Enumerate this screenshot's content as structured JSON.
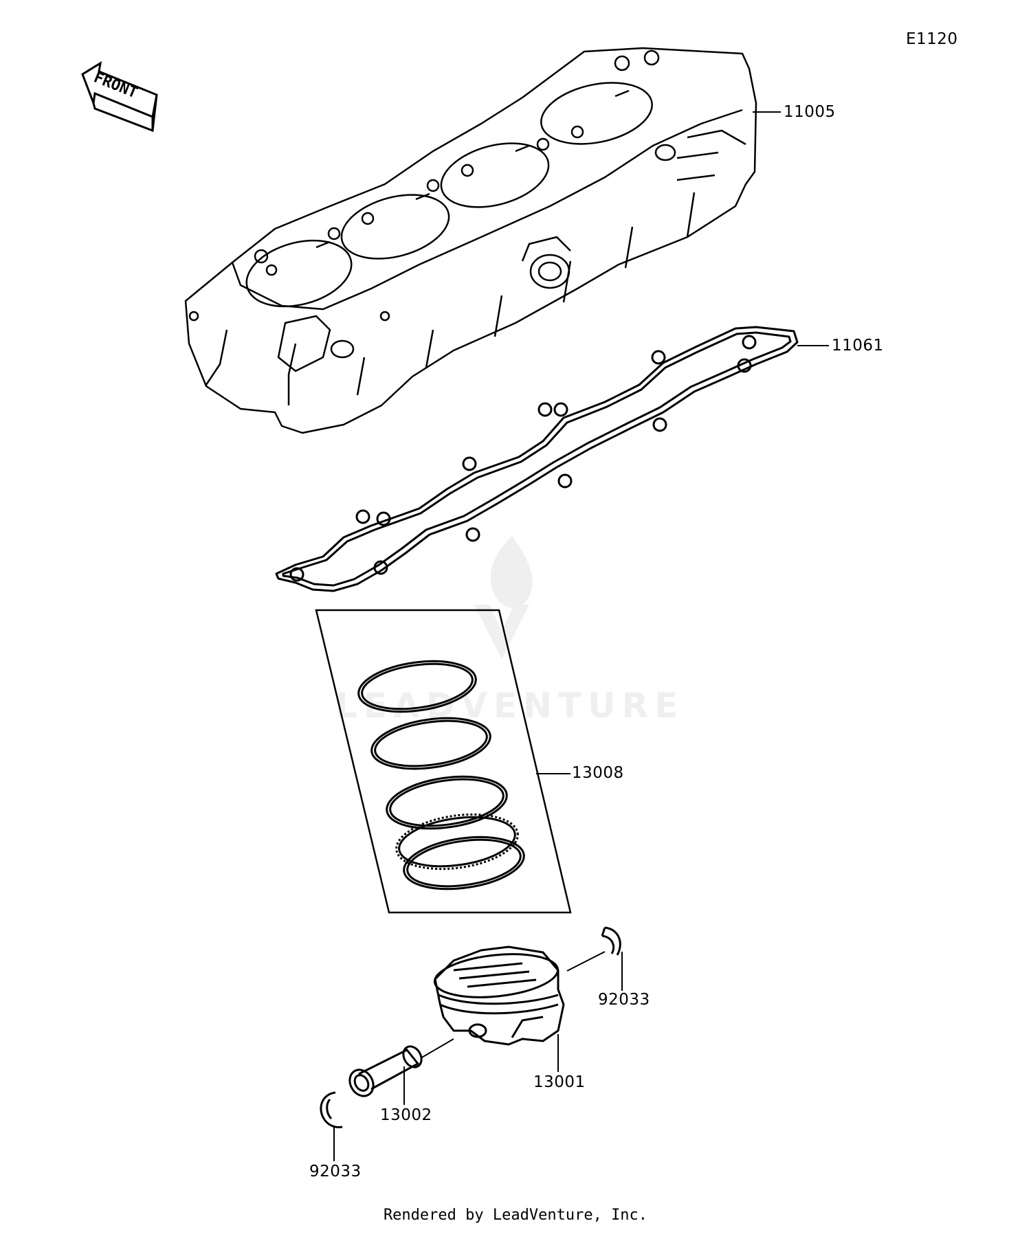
{
  "diagram_code": "E1120",
  "front_marker": "FRONT",
  "callouts": {
    "cylinder": "11005",
    "gasket": "11061",
    "ring_set": "13008",
    "circlip_right": "92033",
    "piston": "13001",
    "piston_pin": "13002",
    "circlip_left": "92033"
  },
  "watermark": "LEADVENTURE",
  "footer": "Rendered by LeadVenture, Inc."
}
